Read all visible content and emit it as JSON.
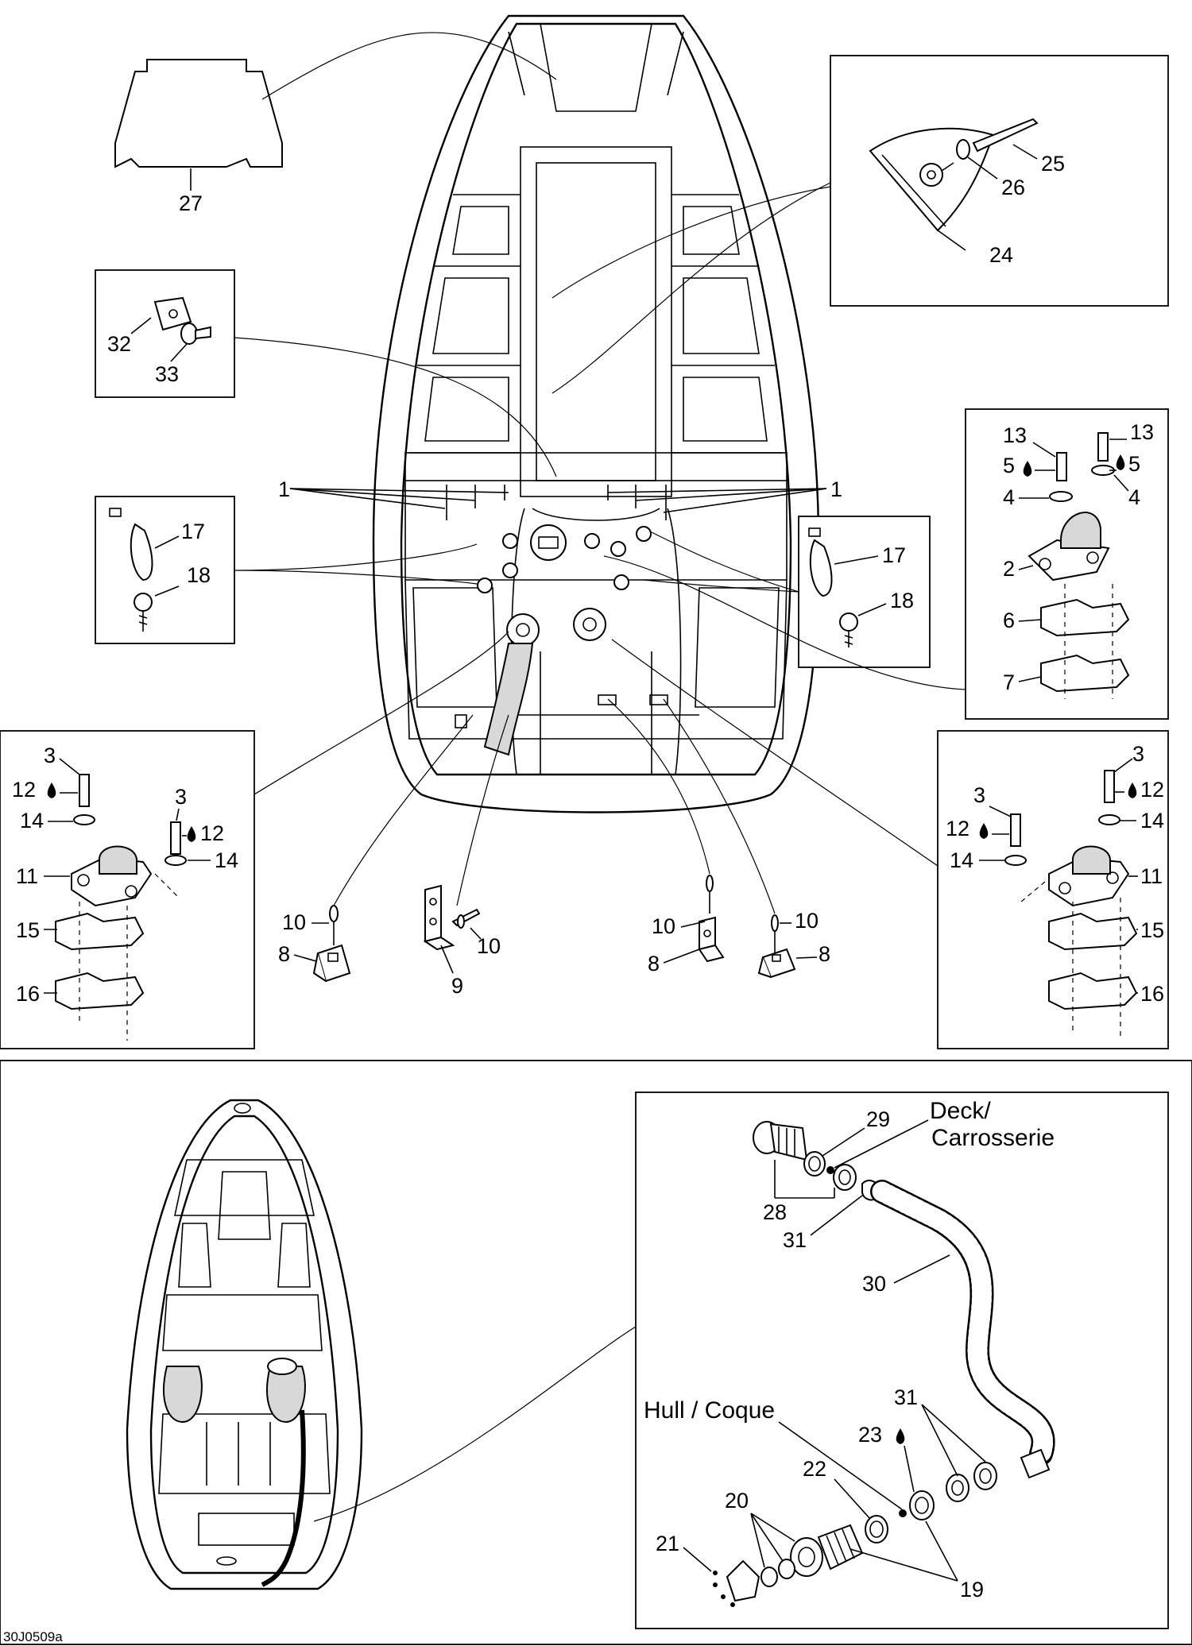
{
  "figure_code": "30J0509a",
  "text_labels": {
    "deck": "Deck/",
    "carrosserie": "Carrosserie",
    "hull_coque": "Hull / Coque"
  },
  "callouts": {
    "n1": "1",
    "n2": "2",
    "n3": "3",
    "n4": "4",
    "n5": "5",
    "n6": "6",
    "n7": "7",
    "n8": "8",
    "n9": "9",
    "n10": "10",
    "n11": "11",
    "n12": "12",
    "n13": "13",
    "n14": "14",
    "n15": "15",
    "n16": "16",
    "n17": "17",
    "n18": "18",
    "n19": "19",
    "n20": "20",
    "n21": "21",
    "n22": "22",
    "n23": "23",
    "n24": "24",
    "n25": "25",
    "n26": "26",
    "n27": "27",
    "n28": "28",
    "n29": "29",
    "n30": "30",
    "n31": "31",
    "n32": "32",
    "n33": "33"
  },
  "icons": [
    "loctite-drop-icon",
    "cable-tie-icon",
    "screw-icon",
    "bolt-icon",
    "washer-icon",
    "bracket-icon",
    "rubber-mount-icon",
    "hose-icon",
    "drain-plug-icon"
  ]
}
